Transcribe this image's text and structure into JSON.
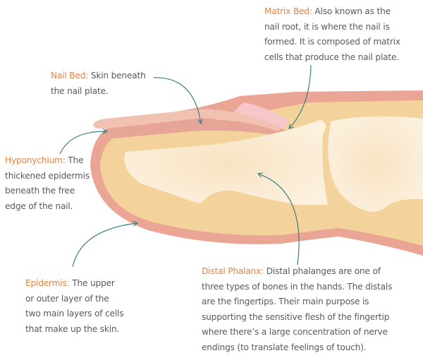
{
  "colors": {
    "label": "#e8803f",
    "text": "#5a5a5a",
    "arrow": "#3e7f85",
    "skin": "#eaa594",
    "flesh": "#f3d39b",
    "bone": "#fbeed6",
    "nail": "#f1c2b2"
  },
  "labels": {
    "matrix_bed": {
      "title": "Matrix Bed:",
      "lines": [
        " Also known as the",
        "nail root, it is where the nail is",
        "formed. It is composed of matrix",
        "cells that produce the nail plate."
      ]
    },
    "nail_bed": {
      "title": "Nail Bed:",
      "lines": [
        " Skin beneath",
        "the nail plate."
      ]
    },
    "hyponychium": {
      "title": "Hyponychium:",
      "lines": [
        " The",
        "thickened epidermis",
        "beneath the free",
        "edge of the nail."
      ]
    },
    "epidermis": {
      "title": "Epidermis:",
      "lines": [
        " The upper",
        "or outer layer of the",
        "two main layers of cells",
        "that make up the skin."
      ]
    },
    "distal_phalanx": {
      "title": "Distal Phalanx:",
      "lines": [
        " Distal phalanges are one of",
        "three types of bones in the hands. The distals",
        "are the fingertips. Their main purpose is",
        "supporting the sensitive flesh of the fingertip",
        "where there’s a large concentration of nerve",
        "endings (to translate feelings of touch)."
      ]
    }
  }
}
